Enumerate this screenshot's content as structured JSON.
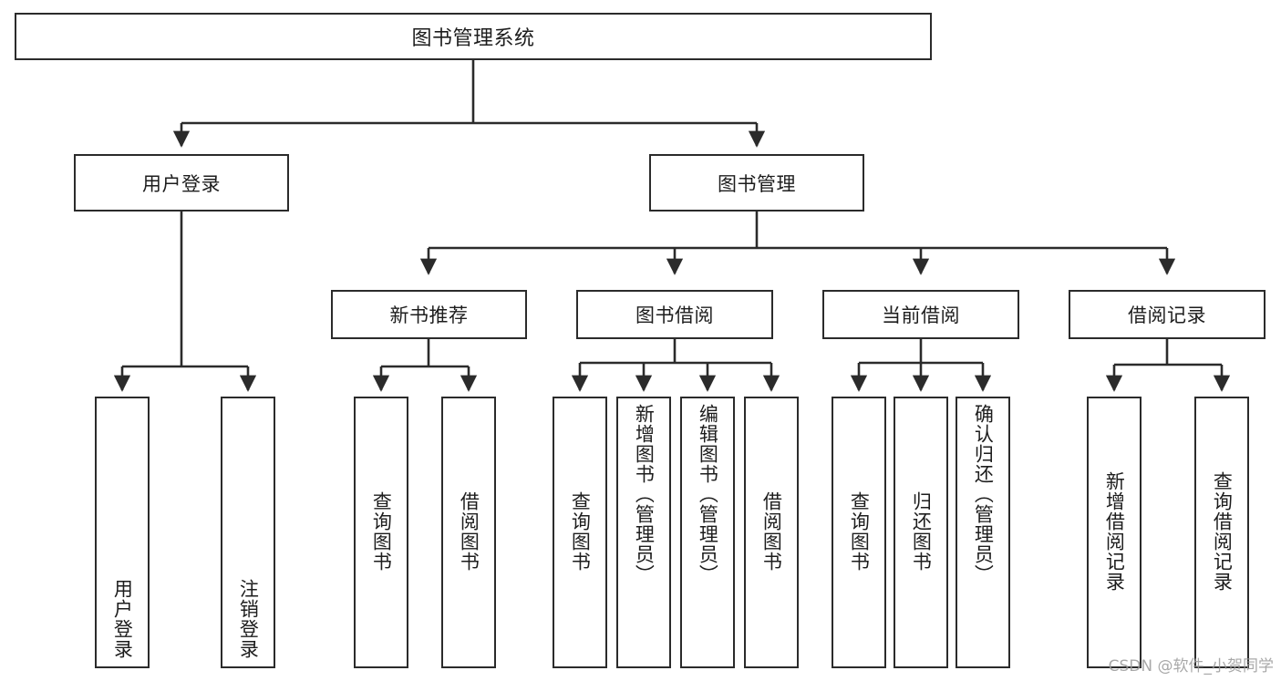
{
  "diagram": {
    "type": "tree-hierarchy",
    "title": "图书管理系统",
    "orientation": "top-down",
    "colors": {
      "box_border": "#2b2b2b",
      "box_fill": "#ffffff",
      "edge": "#2b2b2b",
      "text": "#1d1d1d",
      "watermark": "#9a9a9a",
      "background": "#ffffff"
    },
    "root": {
      "label": "图书管理系统"
    },
    "level2": [
      {
        "id": "user-login",
        "label": "用户登录"
      },
      {
        "id": "book-manage",
        "label": "图书管理"
      }
    ],
    "level3": [
      {
        "id": "new-book-recommend",
        "label": "新书推荐"
      },
      {
        "id": "book-borrow",
        "label": "图书借阅"
      },
      {
        "id": "current-borrow",
        "label": "当前借阅"
      },
      {
        "id": "borrow-record",
        "label": "借阅记录"
      }
    ],
    "leaves": {
      "user_login": [
        {
          "id": "leaf-user-login",
          "label": "用户登录"
        },
        {
          "id": "leaf-logout-login",
          "label": "注销登录"
        }
      ],
      "new_book_recommend": [
        {
          "id": "leaf-query-book-1",
          "label": "查询图书"
        },
        {
          "id": "leaf-borrow-book-1",
          "label": "借阅图书"
        }
      ],
      "book_borrow": [
        {
          "id": "leaf-query-book-2",
          "label": "查询图书"
        },
        {
          "id": "leaf-add-book-admin",
          "label": "新增图书（管理员）"
        },
        {
          "id": "leaf-edit-book-admin",
          "label": "编辑图书（管理员）"
        },
        {
          "id": "leaf-borrow-book-2",
          "label": "借阅图书"
        }
      ],
      "current_borrow": [
        {
          "id": "leaf-query-book-3",
          "label": "查询图书"
        },
        {
          "id": "leaf-return-book",
          "label": "归还图书"
        },
        {
          "id": "leaf-confirm-return-admin",
          "label": "确认归还（管理员）"
        }
      ],
      "borrow_record": [
        {
          "id": "leaf-add-borrow-record",
          "label": "新增借阅记录"
        },
        {
          "id": "leaf-query-borrow-record",
          "label": "查询借阅记录"
        }
      ]
    }
  },
  "watermark": {
    "text": "CSDN @软件_小贺同学"
  }
}
